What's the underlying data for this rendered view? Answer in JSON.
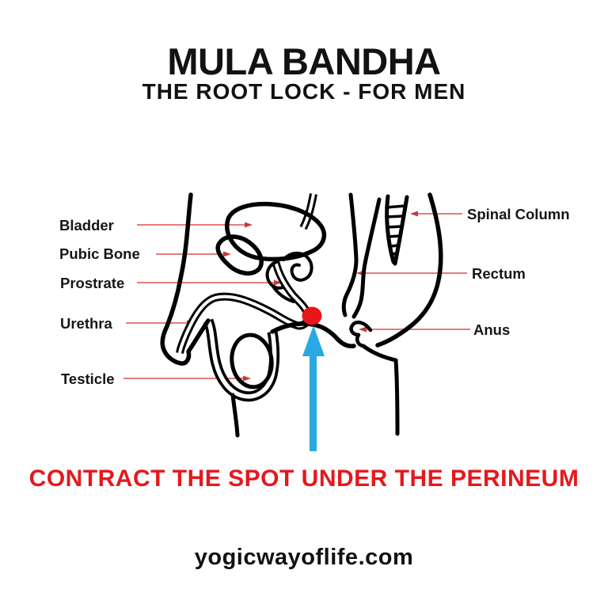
{
  "page": {
    "title": "MULA BANDHA",
    "subtitle": "THE ROOT LOCK - FOR MEN",
    "instruction": "CONTRACT THE SPOT UNDER THE PERINEUM",
    "website": "yogicwayoflife.com"
  },
  "diagram": {
    "labels": {
      "bladder": "Bladder",
      "pubic_bone": "Pubic Bone",
      "prostrate": "Prostrate",
      "urethra": "Urethra",
      "testicle": "Testicle",
      "spinal_column": "Spinal Column",
      "rectum": "Rectum",
      "anus": "Anus"
    },
    "marker": "red-dot-on-perineum-spot",
    "pointer": "blue-up-arrow"
  },
  "colors": {
    "background": "#ffffff",
    "line_art": "#000000",
    "text": "#121212",
    "instruction_red": "#e3191e",
    "leader_line": "#e06a6a",
    "leader_arrowhead": "#c43c3c",
    "marker_red": "#e8151b",
    "arrow_blue": "#29a9e1"
  }
}
